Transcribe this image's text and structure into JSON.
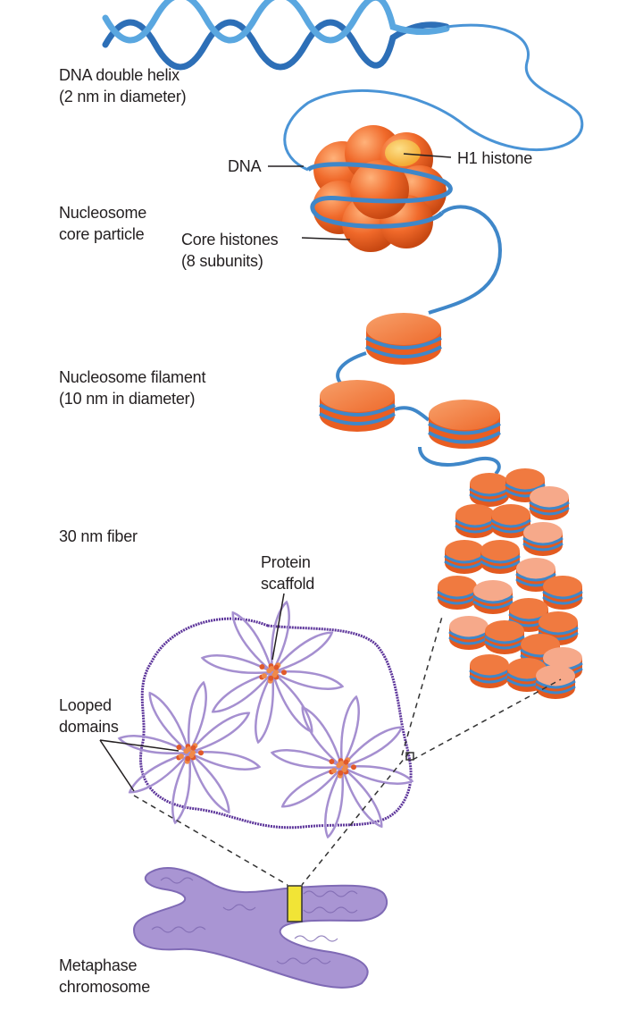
{
  "labels": {
    "dna_helix_line1": "DNA double helix",
    "dna_helix_line2": "(2 nm in diameter)",
    "dna": "DNA",
    "h1_histone": "H1 histone",
    "nucleosome_core_line1": "Nucleosome",
    "nucleosome_core_line2": "core particle",
    "core_histones_line1": "Core histones",
    "core_histones_line2": "(8 subunits)",
    "filament_line1": "Nucleosome filament",
    "filament_line2": "(10 nm in diameter)",
    "fiber_30nm": "30 nm fiber",
    "scaffold_line1": "Protein",
    "scaffold_line2": "scaffold",
    "looped_line1": "Looped",
    "looped_line2": "domains",
    "metaphase_line1": "Metaphase",
    "metaphase_line2": "chromosome"
  },
  "colors": {
    "dna_blue": "#3f87c9",
    "histone_orange": "#f0692a",
    "h1_yellow": "#f6b73c",
    "loop_purple": "#a58fd0",
    "scaffold_purple": "#6a3fa0",
    "chromosome_purple": "#a995d3",
    "band_yellow": "#f1e436"
  }
}
